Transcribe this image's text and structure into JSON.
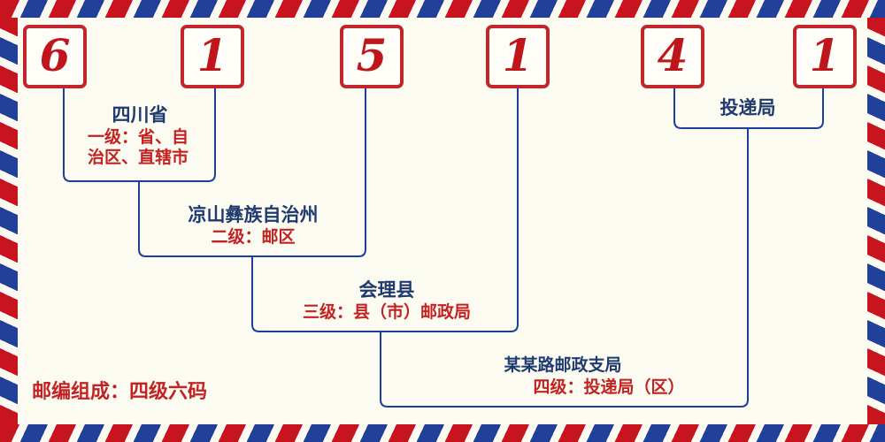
{
  "diagram": {
    "digits": [
      "6",
      "1",
      "5",
      "1",
      "4",
      "1"
    ],
    "levels": {
      "level1": {
        "region": "四川省",
        "desc_line1": "一级：省、自",
        "desc_line2": "治区、直辖市"
      },
      "level2": {
        "region": "凉山彝族自治州",
        "desc": "二级：邮区"
      },
      "level3": {
        "region": "会理县",
        "desc": "三级：县（市）邮政局"
      },
      "level4": {
        "region": "某某路邮政支局",
        "desc": "四级：投递局（区）"
      },
      "delivery": {
        "label": "投递局"
      }
    },
    "footer_note": "邮编组成：四级六码",
    "colors": {
      "digit_red": "#bf161c",
      "box_border_red": "#c0262b",
      "connector_blue": "#1d3f9a",
      "label_blue": "#1f3a6e",
      "desc_red": "#c32222",
      "background_cream": "#fcfbf1",
      "stripe_red": "#c8141e",
      "stripe_blue": "#20409a"
    }
  }
}
